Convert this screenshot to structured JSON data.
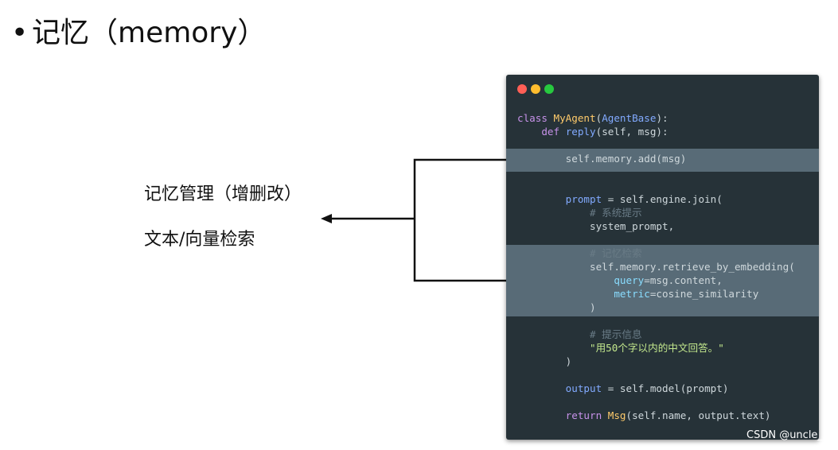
{
  "slide": {
    "bullet": "•",
    "title": "记忆（memory）"
  },
  "labels": {
    "memory_management": "记忆管理（增删改）",
    "retrieval": "文本/向量检索"
  },
  "code_window": {
    "dot_colors": [
      "#ff5f56",
      "#ffbd2e",
      "#27c93f"
    ],
    "lines": {
      "l1_kw": "class",
      "l1_name": "MyAgent",
      "l1_open": "(",
      "l1_base": "AgentBase",
      "l1_close": "):",
      "l2_kw": "def",
      "l2_fn": "reply",
      "l2_args": "(self, msg):",
      "l3": "self.memory.add(msg)",
      "l4_var": "prompt",
      "l4_rest": " = self.engine.join(",
      "l5": "# 系统提示",
      "l6": "system_prompt,",
      "l7": "# 记忆检索",
      "l8": "self.memory.retrieve_by_embedding(",
      "l9_param": "query",
      "l9_rest": "=msg.content,",
      "l10_param": "metric",
      "l10_rest": "=cosine_similarity",
      "l11": ")",
      "l12": "# 提示信息",
      "l13": "\"用50个字以内的中文回答。\"",
      "l14": ")",
      "l15_var": "output",
      "l15_rest": " = self.model(prompt)",
      "l16_kw": "return",
      "l16_cls": "Msg",
      "l16_rest": "(self.name, output.text)"
    }
  },
  "watermark": "CSDN @uncle_ll"
}
